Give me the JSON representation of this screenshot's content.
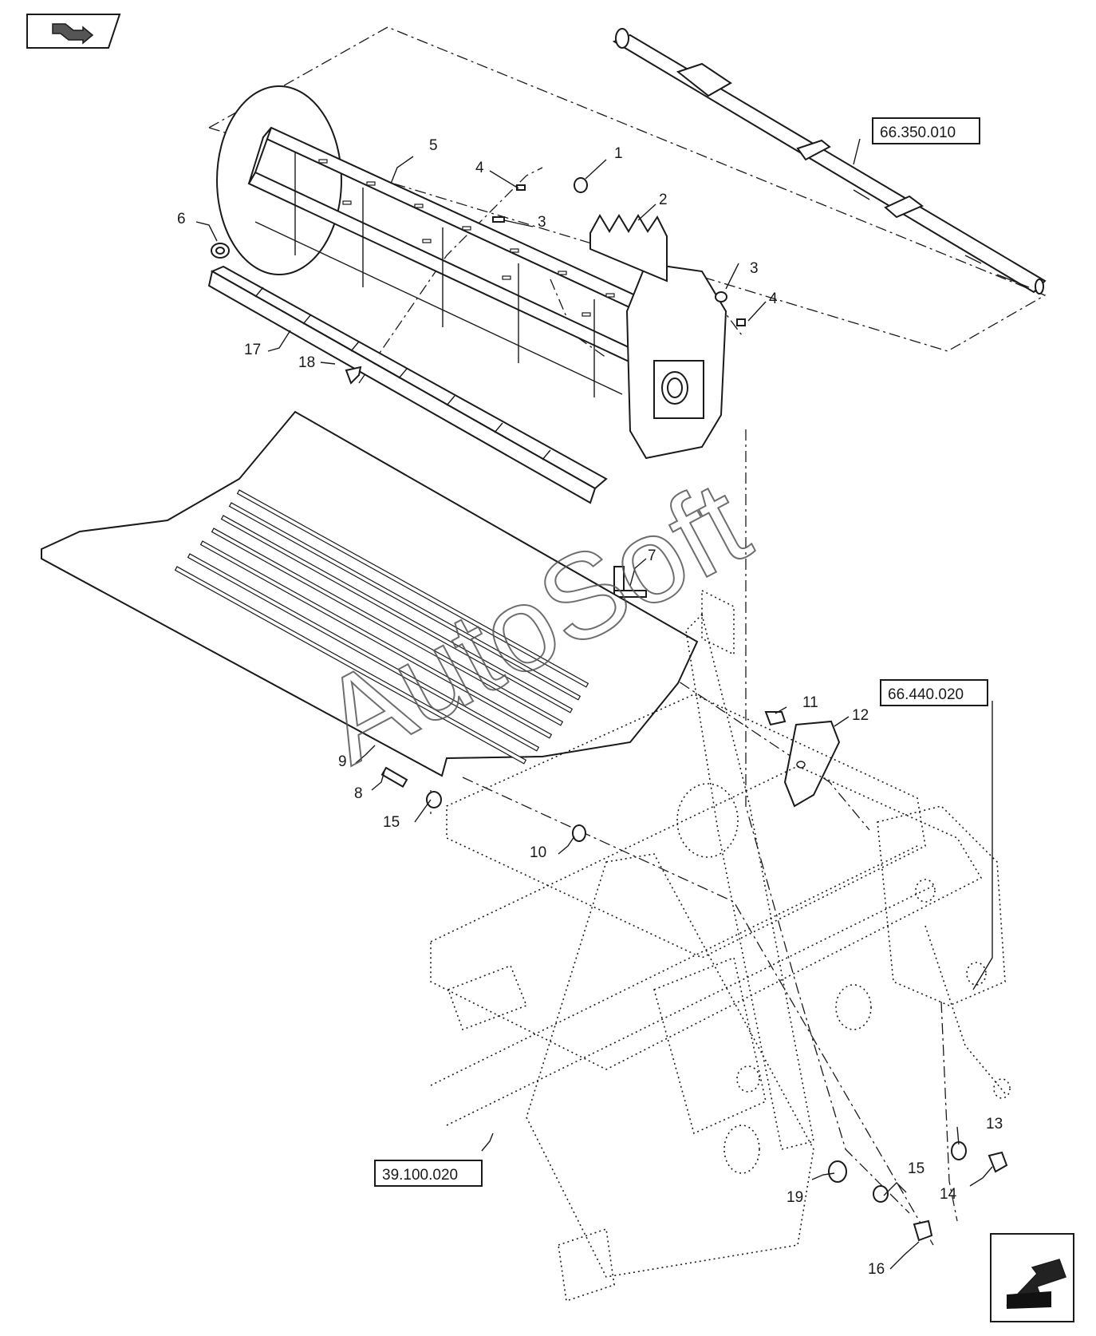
{
  "callouts": {
    "c1": "1",
    "c2": "2",
    "c3a": "3",
    "c3b": "3",
    "c4a": "4",
    "c4b": "4",
    "c5": "5",
    "c6": "6",
    "c7": "7",
    "c8": "8",
    "c9": "9",
    "c10": "10",
    "c11": "11",
    "c12": "12",
    "c13": "13",
    "c14": "14",
    "c15a": "15",
    "c15b": "15",
    "c16": "16",
    "c17": "17",
    "c18": "18",
    "c19": "19"
  },
  "references": {
    "shaft": "66.350.010",
    "pivot": "66.440.020",
    "frame": "39.100.020"
  },
  "watermark": "AutoSoft",
  "icons": {
    "top_left": "forward-arrow-icon",
    "bottom_right": "back-arrow-icon"
  },
  "colors": {
    "line": "#1a1a1a",
    "background": "#ffffff"
  }
}
